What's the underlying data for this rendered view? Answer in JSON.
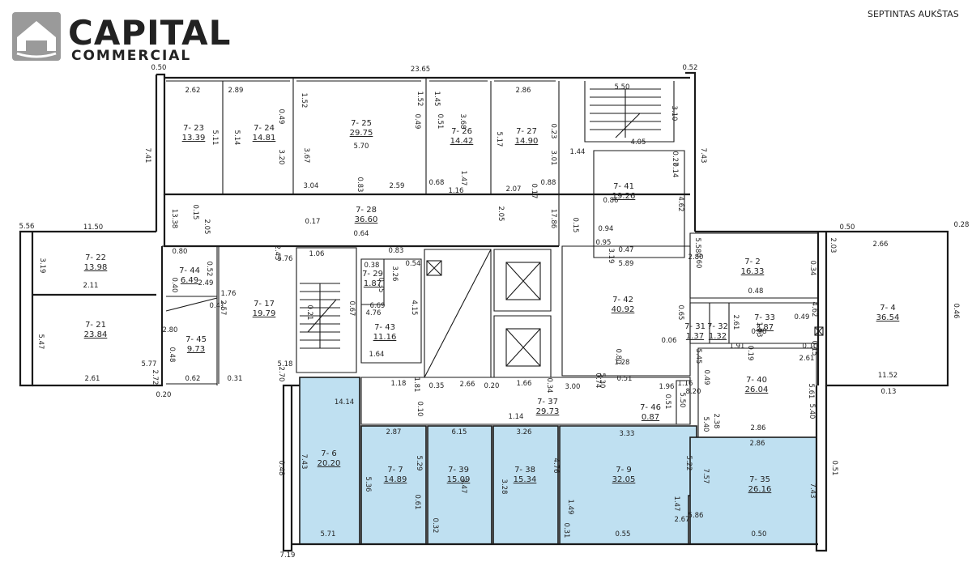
{
  "brand": {
    "name": "CAPITAL",
    "sub": "COMMERCIAL",
    "logo_icon": "house-shield-logo"
  },
  "floor_label": "SEPTINTAS AUKŠTAS",
  "colors": {
    "highlight": "#bfe0f1",
    "wall": "#1a1a1a",
    "logo": "#9a9a9a"
  },
  "rooms": [
    {
      "id": "7- 23",
      "area": "13.39",
      "highlight": false
    },
    {
      "id": "7- 24",
      "area": "14.81",
      "highlight": false
    },
    {
      "id": "7- 25",
      "area": "29.75",
      "highlight": false
    },
    {
      "id": "7- 26",
      "area": "14.42",
      "highlight": false
    },
    {
      "id": "7- 27",
      "area": "14.90",
      "highlight": false
    },
    {
      "id": "7- 41",
      "area": "19.26",
      "highlight": false
    },
    {
      "id": "7- 28",
      "area": "36.60",
      "highlight": false
    },
    {
      "id": "7- 22",
      "area": "13.98",
      "highlight": false
    },
    {
      "id": "7- 21",
      "area": "23.84",
      "highlight": false
    },
    {
      "id": "7- 44",
      "area": "6.49",
      "highlight": false
    },
    {
      "id": "7- 45",
      "area": "9.73",
      "highlight": false
    },
    {
      "id": "7- 17",
      "area": "19.79",
      "highlight": false
    },
    {
      "id": "7- 29",
      "area": "1.87",
      "highlight": false
    },
    {
      "id": "7- 43",
      "area": "11.16",
      "highlight": false
    },
    {
      "id": "7- 42",
      "area": "40.92",
      "highlight": false
    },
    {
      "id": "7- 2",
      "area": "16.33",
      "highlight": false
    },
    {
      "id": "7- 4",
      "area": "36.54",
      "highlight": false
    },
    {
      "id": "7- 33",
      "area": "3.87",
      "highlight": false
    },
    {
      "id": "7- 31",
      "area": "1.37",
      "highlight": false
    },
    {
      "id": "7- 32",
      "area": "1.32",
      "highlight": false
    },
    {
      "id": "7- 40",
      "area": "26.04",
      "highlight": false
    },
    {
      "id": "7- 37",
      "area": "29.73",
      "highlight": false
    },
    {
      "id": "7- 46",
      "area": "0.87",
      "highlight": false
    },
    {
      "id": "7- 6",
      "area": "20.20",
      "highlight": true
    },
    {
      "id": "7- 7",
      "area": "14.89",
      "highlight": true
    },
    {
      "id": "7- 39",
      "area": "15.09",
      "highlight": true
    },
    {
      "id": "7- 38",
      "area": "15.34",
      "highlight": true
    },
    {
      "id": "7- 9",
      "area": "32.05",
      "highlight": true
    },
    {
      "id": "7- 35",
      "area": "26.16",
      "highlight": true
    }
  ],
  "dimensions": [
    "0.50",
    "23.65",
    "0.52",
    "2.62",
    "2.89",
    "2.86",
    "5.50",
    "3.10",
    "4.05",
    "1.44",
    "7.41",
    "7.43",
    "5.11",
    "5.14",
    "0.49",
    "3.20",
    "1.52",
    "3.67",
    "5.70",
    "3.04",
    "0.83",
    "2.59",
    "1.52",
    "0.49",
    "0.51",
    "1.45",
    "3.68",
    "0.68",
    "1.47",
    "1.16",
    "5.17",
    "0.23",
    "3.01",
    "2.07",
    "0.17",
    "0.88",
    "0.27",
    "0.14",
    "0.86",
    "4.62",
    "0.94",
    "0.95",
    "3.19",
    "0.47",
    "5.56",
    "11.50",
    "0.50",
    "0.28",
    "0.17",
    "0.15",
    "2.05",
    "2.05",
    "13.38",
    "17.86",
    "0.15",
    "0.64",
    "0.60",
    "5.58",
    "2.03",
    "2.66",
    "0.80",
    "1.06",
    "0.83",
    "0.38",
    "0.54",
    "2.43",
    "5.76",
    "3.19",
    "2.11",
    "0.40",
    "0.52",
    "2.49",
    "1.76",
    "2.57",
    "0.35",
    "3.26",
    "2.80",
    "5.89",
    "0.34",
    "0.48",
    "5.30",
    "0.41",
    "0.67",
    "4.76",
    "6.69",
    "4.15",
    "0.46",
    "5.47",
    "2.80",
    "0.21",
    "0.48",
    "5.77",
    "2.72",
    "2.61",
    "0.62",
    "0.31",
    "2.70",
    "5.18",
    "1.64",
    "0.65",
    "2.61",
    "1.63",
    "0.98",
    "0.49",
    "4.62",
    "0.10",
    "1.91",
    "0.19",
    "0.15",
    "5.61",
    "0.06",
    "1.28",
    "0.80",
    "5.45",
    "0.49",
    "11.52",
    "2.61",
    "0.20",
    "1.18",
    "1.81",
    "0.35",
    "2.66",
    "0.20",
    "1.66",
    "0.34",
    "3.00",
    "0.74",
    "0.51",
    "1.96",
    "1.16",
    "0.51",
    "5.50",
    "8.20",
    "0.13",
    "14.14",
    "0.10",
    "1.14",
    "2.38",
    "5.40",
    "5.40",
    "2.86",
    "2.86",
    "2.87",
    "6.15",
    "3.26",
    "3.33",
    "5.22",
    "5.29",
    "5.36",
    "3.47",
    "3.28",
    "4.76",
    "7.57",
    "7.43",
    "7.43",
    "0.48",
    "0.51",
    "0.61",
    "1.49",
    "1.47",
    "0.32",
    "0.31",
    "2.67",
    "5.86",
    "5.71",
    "0.55",
    "0.50",
    "7.19"
  ]
}
